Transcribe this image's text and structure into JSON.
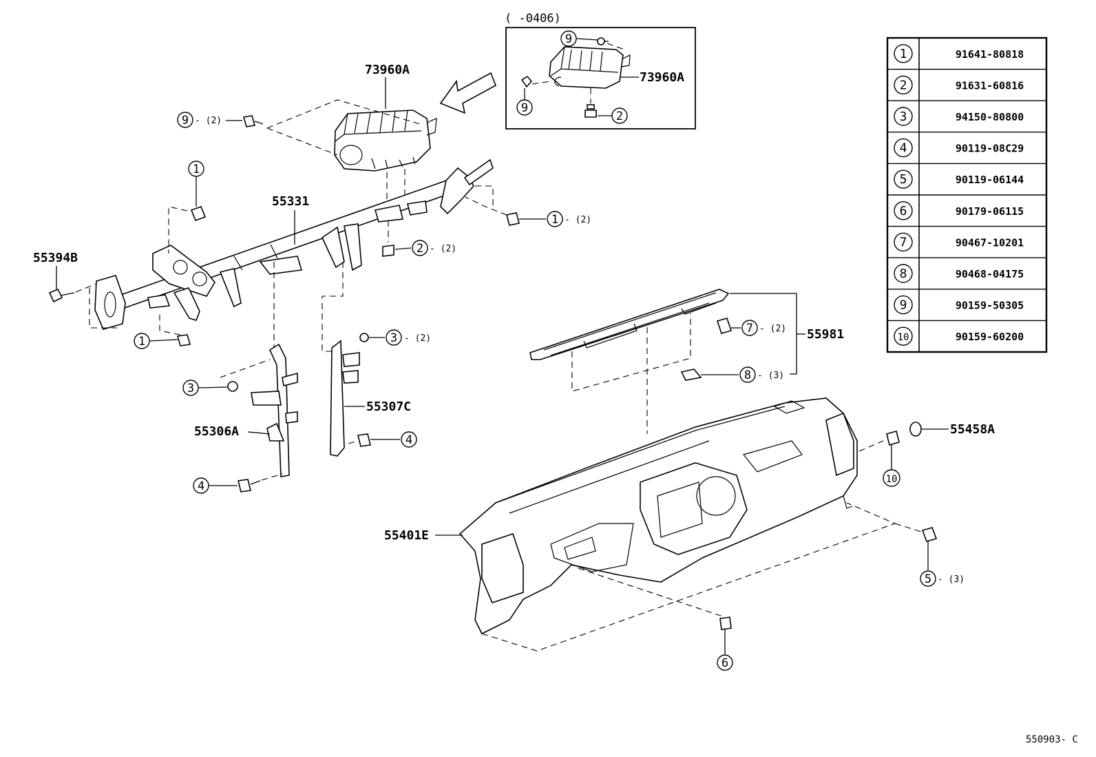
{
  "inset": {
    "date_range": "(      -0406)"
  },
  "callouts": {
    "p73960A_main": "73960A",
    "p73960A_inset": "73960A",
    "p55331": "55331",
    "p55394B": "55394B",
    "p55306A": "55306A",
    "p55307C": "55307C",
    "p55981": "55981",
    "p55458A": "55458A",
    "p55401E": "55401E"
  },
  "refs": {
    "r9_main": "9",
    "r9_main_qty": "- (2)",
    "r1_top": "1",
    "r1_right": "1",
    "r1_right_qty": "- (2)",
    "r2_right": "2",
    "r2_right_qty": "- (2)",
    "r1_left": "1",
    "r3_mid": "3",
    "r3_mid_qty": "- (2)",
    "r3_left": "3",
    "r4_mid": "4",
    "r4_left": "4",
    "r7": "7",
    "r7_qty": "- (2)",
    "r8": "8",
    "r8_qty": "- (3)",
    "r10": "10",
    "r5": "5",
    "r5_qty": "- (3)",
    "r6": "6",
    "r9_inset_top": "9",
    "r9_inset_left": "9",
    "r2_inset": "2"
  },
  "table": [
    {
      "key": "1",
      "value": "91641-80818"
    },
    {
      "key": "2",
      "value": "91631-60816"
    },
    {
      "key": "3",
      "value": "94150-80800"
    },
    {
      "key": "4",
      "value": "90119-08C29"
    },
    {
      "key": "5",
      "value": "90119-06144"
    },
    {
      "key": "6",
      "value": "90179-06115"
    },
    {
      "key": "7",
      "value": "90467-10201"
    },
    {
      "key": "8",
      "value": "90468-04175"
    },
    {
      "key": "9",
      "value": "90159-50305"
    },
    {
      "key": "10",
      "value": "90159-60200"
    }
  ],
  "footer": {
    "diagram_code": "550903- C"
  }
}
